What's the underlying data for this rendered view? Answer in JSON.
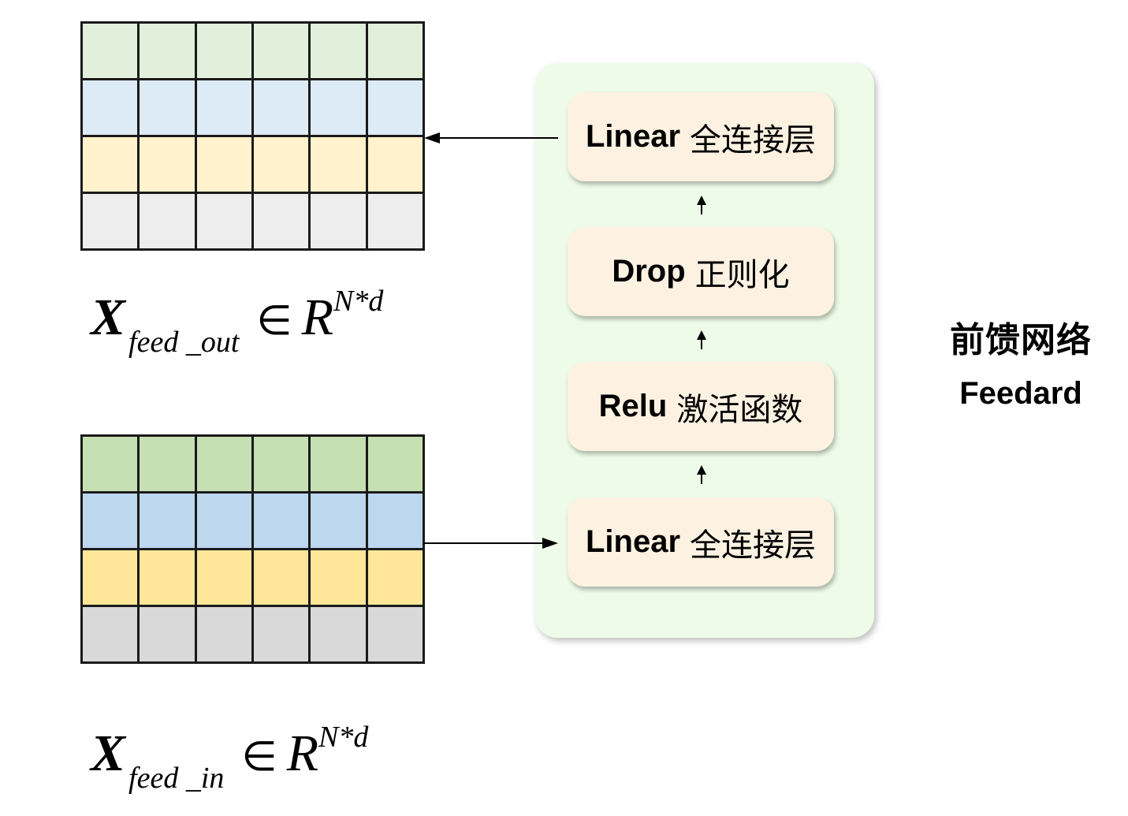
{
  "matrices": {
    "output": {
      "rows": 4,
      "cols": 6,
      "row_colors": [
        "#e2efda",
        "#ddebf7",
        "#fff2cc",
        "#ededed"
      ],
      "grid_color": "#1a1a1a"
    },
    "input": {
      "rows": 4,
      "cols": 6,
      "row_colors": [
        "#c6e0b4",
        "#bdd7ee",
        "#ffe699",
        "#d9d9d9"
      ],
      "grid_color": "#1a1a1a"
    }
  },
  "formulas": {
    "output": {
      "symbol": "X",
      "subscript": "feed _out",
      "relation": "∈",
      "space": "R",
      "superscript": "N*d"
    },
    "input": {
      "symbol": "X",
      "subscript": "feed _in",
      "relation": "∈",
      "space": "R",
      "superscript": "N*d"
    }
  },
  "ffn": {
    "panel_color": "#eefbe8",
    "layer_color": "#fdf2e2",
    "layers_top_to_bottom": [
      {
        "en": "Linear",
        "cn": "全连接层"
      },
      {
        "en": "Drop",
        "cn": "正则化"
      },
      {
        "en": "Relu",
        "cn": "激活函数"
      },
      {
        "en": "Linear",
        "cn": "全连接层"
      }
    ]
  },
  "side_label": {
    "cn": "前馈网络",
    "en": "Feedard"
  }
}
